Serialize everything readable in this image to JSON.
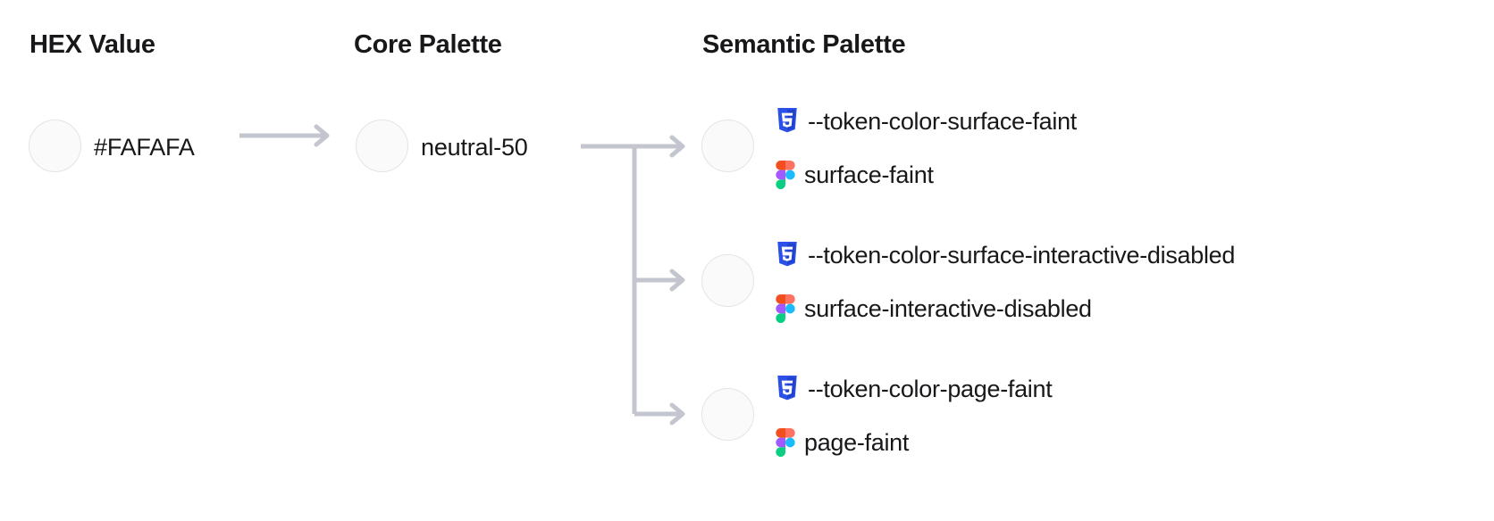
{
  "columns": {
    "hex": {
      "title": "HEX Value"
    },
    "core": {
      "title": "Core Palette"
    },
    "semantic": {
      "title": "Semantic Palette"
    }
  },
  "hex": {
    "value": "#FAFAFA",
    "swatch_color": "#FAFAFA"
  },
  "core": {
    "value": "neutral-50",
    "swatch_color": "#FAFAFA"
  },
  "semantic": {
    "rows": [
      {
        "css_icon": "css3-icon",
        "css_token": "--token-color-surface-faint",
        "figma_icon": "figma-icon",
        "figma_token": "surface-faint",
        "swatch_color": "#FAFAFA"
      },
      {
        "css_icon": "css3-icon",
        "css_token": "--token-color-surface-interactive-disabled",
        "figma_icon": "figma-icon",
        "figma_token": "surface-interactive-disabled",
        "swatch_color": "#FAFAFA"
      },
      {
        "css_icon": "css3-icon",
        "css_token": "--token-color-page-faint",
        "figma_icon": "figma-icon",
        "figma_token": "page-faint",
        "swatch_color": "#FAFAFA"
      }
    ]
  },
  "theme": {
    "text_color": "#18181B",
    "connector_color": "#C3C6CE",
    "swatch_border": "#E4E4E7",
    "page_background": "#FFFFFF",
    "css_icon_color": "#2C51E8",
    "figma_red": "#F24E1E",
    "figma_orange": "#FF7262",
    "figma_purple": "#A259FF",
    "figma_blue": "#1ABCFE",
    "figma_green": "#0ACF83"
  }
}
